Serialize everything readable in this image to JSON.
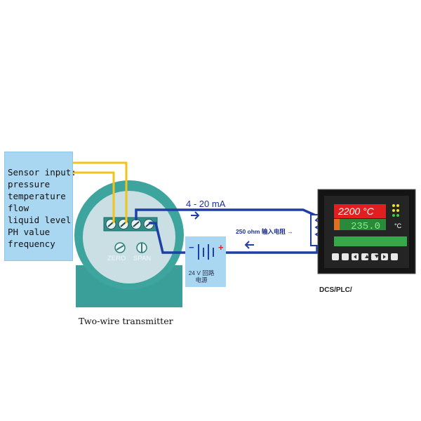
{
  "sensor": {
    "heading": "Sensor input:",
    "items": [
      "pressure",
      "temperature",
      "flow",
      "liquid level",
      "PH value",
      "frequency"
    ]
  },
  "transmitter": {
    "caption": "Two-wire transmitter",
    "zero_label": "ZERO",
    "span_label": "SPAN"
  },
  "loop": {
    "current_label": "4 - 20 mA",
    "resistor_label": "250 ohm 输入电阻 →",
    "supply_label": "24 V 回路电源",
    "minus": "−",
    "plus": "+"
  },
  "controller": {
    "label": "DCS/PLC/",
    "pv_display": "2200 °C",
    "sv_display": "235.0",
    "unit": "°C"
  },
  "colors": {
    "wire_blue": "#1f3fa8",
    "wire_yellow": "#f0c419",
    "transmitter_teal": "#3aa09a",
    "sensor_bg": "#a9d7f2",
    "panel_bg": "#a9d7f2"
  }
}
